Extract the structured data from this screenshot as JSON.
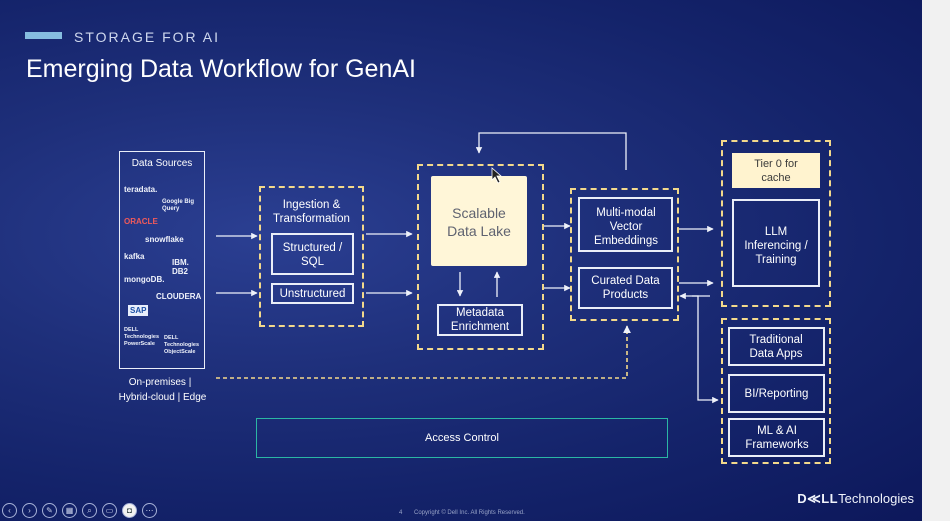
{
  "header": {
    "section": "STORAGE FOR AI",
    "title": "Emerging Data Workflow for GenAI"
  },
  "data_sources": {
    "title": "Data Sources",
    "logos": [
      "teradata.",
      "Google Big Query",
      "ORACLE",
      "snowflake",
      "kafka",
      "IBM. DB2",
      "mongoDB.",
      "CLOUDERA",
      "SAP",
      "DELL Technologies PowerScale",
      "DELL Technologies ObjectScale"
    ],
    "locations_line1": "On-premises |",
    "locations_line2": "Hybrid-cloud | Edge"
  },
  "ingestion": {
    "title": "Ingestion & Transformation",
    "structured": "Structured / SQL",
    "unstructured": "Unstructured"
  },
  "lake": {
    "title": "Scalable Data Lake",
    "metadata": "Metadata Enrichment"
  },
  "processing": {
    "embeddings": "Multi-modal Vector Embeddings",
    "curated": "Curated Data Products"
  },
  "inference": {
    "tier0": "Tier 0 for cache",
    "llm": "LLM Inferencing / Training"
  },
  "apps": {
    "traditional": "Traditional Data Apps",
    "bi": "BI/Reporting",
    "ml": "ML & AI Frameworks"
  },
  "access_control": "Access Control",
  "footer": {
    "page": "4",
    "copyright": "Copyright © Dell Inc. All Rights Reserved.",
    "brand_bold": "D≪LL",
    "brand_rest": "Technologies"
  },
  "colors": {
    "background": "#1e2f7a",
    "dashed_border": "#f3d98b",
    "lake_fill": "#fff6d8",
    "tier_fill": "#fff3cf"
  }
}
